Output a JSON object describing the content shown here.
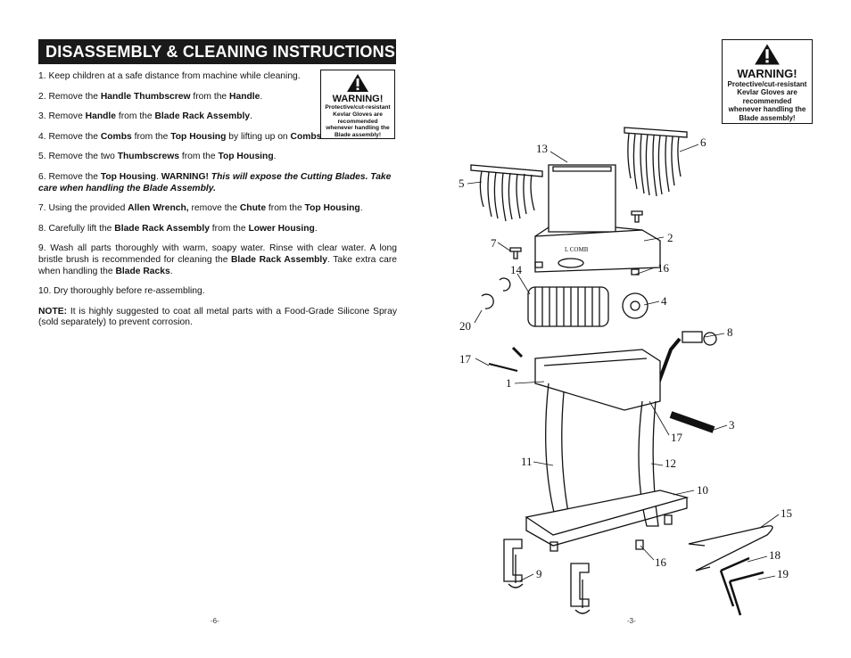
{
  "left_page": {
    "title": "DISASSEMBLY & CLEANING INSTRUCTIONS",
    "steps": [
      [
        {
          "t": "1.  Keep children at a safe distance from machine while cleaning."
        }
      ],
      [
        {
          "t": "2.  Remove the "
        },
        {
          "b": "Handle Thumbscrew"
        },
        {
          "t": " from the "
        },
        {
          "b": "Handle"
        },
        {
          "t": "."
        }
      ],
      [
        {
          "t": "3.  Remove "
        },
        {
          "b": "Handle"
        },
        {
          "t": " from the "
        },
        {
          "b": "Blade Rack Assembly"
        },
        {
          "t": "."
        }
      ],
      [
        {
          "t": "4.  Remove the "
        },
        {
          "b": "Combs"
        },
        {
          "t": " from the "
        },
        {
          "b": "Top Housing"
        },
        {
          "t": " by lifting up on "
        },
        {
          "b": "Combs"
        },
        {
          "t": "."
        }
      ],
      [
        {
          "t": "5.  Remove the two "
        },
        {
          "b": "Thumbscrews"
        },
        {
          "t": " from the "
        },
        {
          "b": "Top Housing"
        },
        {
          "t": "."
        }
      ],
      [
        {
          "t": "6.  Remove the "
        },
        {
          "b": "Top Housing"
        },
        {
          "t": ".  "
        },
        {
          "w": "WARNING!"
        },
        {
          "t": "  "
        },
        {
          "bi": "This will expose the Cutting Blades.  Take care when handling the Blade Assembly."
        }
      ],
      [
        {
          "t": "7.  Using the provided "
        },
        {
          "b": "Allen Wrench,"
        },
        {
          "t": " remove the "
        },
        {
          "b": "Chute"
        },
        {
          "t": " from the "
        },
        {
          "b": "Top Housing"
        },
        {
          "t": "."
        }
      ],
      [
        {
          "t": "8.  Carefully lift the "
        },
        {
          "b": "Blade Rack Assembly"
        },
        {
          "t": " from the "
        },
        {
          "b": "Lower Housing"
        },
        {
          "t": "."
        }
      ],
      [
        {
          "t": "9.  Wash all parts thoroughly with warm, soapy water.  Rinse with clear water.  A long bristle brush is recommended for cleaning the "
        },
        {
          "b": "Blade Rack Assembly"
        },
        {
          "t": ".  Take extra care when handling the "
        },
        {
          "b": "Blade Racks"
        },
        {
          "t": "."
        }
      ],
      [
        {
          "t": "10. Dry thoroughly before re-assembling."
        }
      ]
    ],
    "note_label": "NOTE:",
    "note_text": "  It is highly suggested to coat all metal parts with a Food-Grade Silicone Spray (sold separately) to prevent corrosion.",
    "warning_box": {
      "icon": "exclamation-triangle-icon",
      "title": "WARNING!",
      "lines": [
        "Protective/cut-resistant",
        "Kevlar Gloves are",
        "recommended",
        "whenever handling the",
        "Blade assembly!"
      ]
    },
    "page_number": "-6-"
  },
  "right_page": {
    "warning_box": {
      "icon": "exclamation-triangle-icon",
      "title": "WARNING!",
      "lines": [
        "Protective/cut-resistant",
        "Kevlar Gloves are",
        "recommended",
        "whenever handling the",
        "Blade assembly!"
      ]
    },
    "diagram_label_comb": "L COMB",
    "callouts": [
      "13",
      "6",
      "5",
      "2",
      "7",
      "16",
      "14",
      "4",
      "20",
      "8",
      "17",
      "1",
      "3",
      "17",
      "11",
      "12",
      "10",
      "15",
      "16",
      "18",
      "19",
      "9"
    ],
    "page_number": "-3-"
  }
}
